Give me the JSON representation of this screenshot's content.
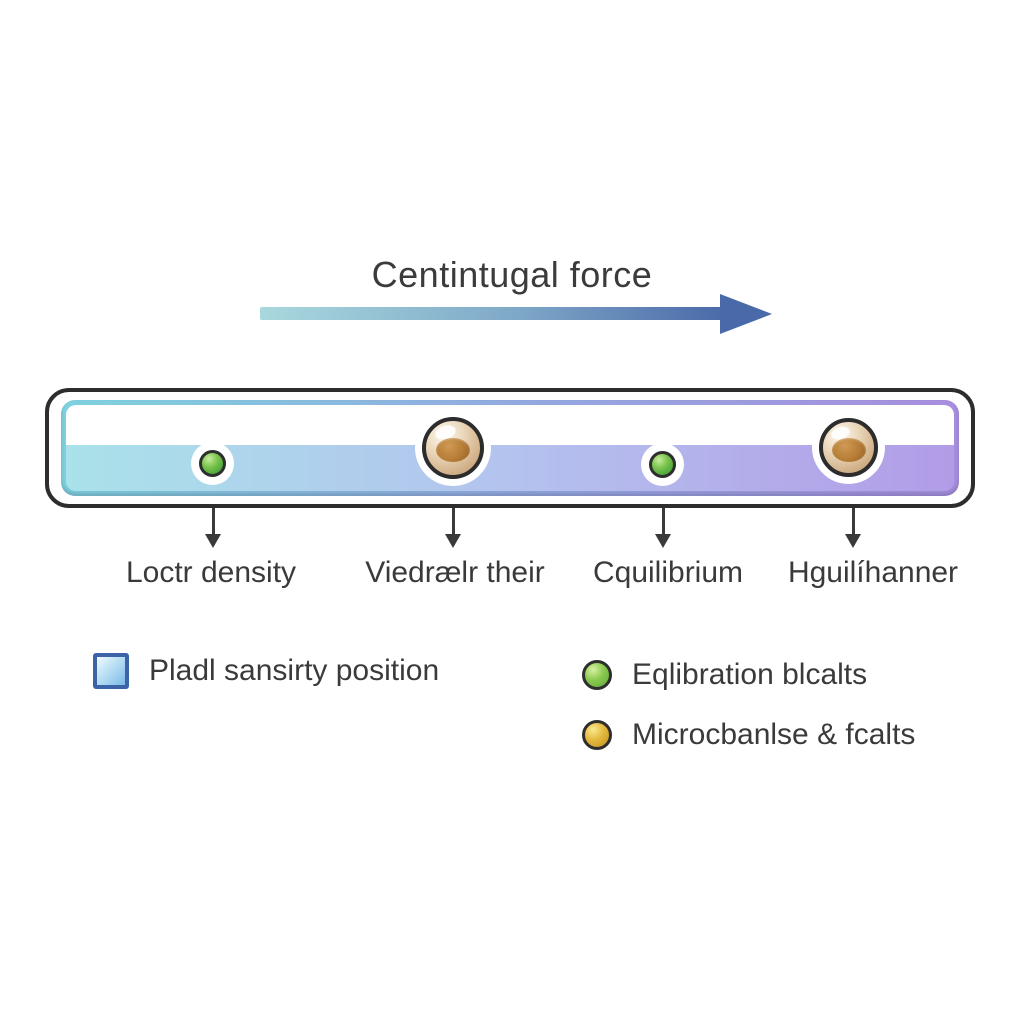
{
  "title": {
    "text": "Centintugal force"
  },
  "force_arrow": {
    "direction": "right",
    "shaft_start_color": "#a9d8de",
    "shaft_end_color": "#4a69a9",
    "head_color": "#4a69a9"
  },
  "tube": {
    "outline_color": "#2d2d2d",
    "top_region_color": "#ffffff",
    "gradient_left_color": "#7ed2de",
    "gradient_mid_color": "#93a9e0",
    "gradient_right_color": "#a78ede",
    "beads": [
      {
        "name": "green-bead-1",
        "color": "#54ad3d"
      },
      {
        "name": "tan-bead-1",
        "color": "#d7b892"
      },
      {
        "name": "green-bead-2",
        "color": "#54ad3d"
      },
      {
        "name": "tan-bead-2",
        "color": "#d7b892"
      }
    ]
  },
  "position_labels": [
    {
      "text": "Loctr density"
    },
    {
      "text": "Viedrælr their"
    },
    {
      "text": "Cquilibrium"
    },
    {
      "text": "Hguilíhanner"
    }
  ],
  "legend": {
    "items": [
      {
        "icon": "blue-square-swatch",
        "icon_color": "#7cb9e6",
        "label": "Pladl sansirty position"
      },
      {
        "icon": "green-bead-icon",
        "icon_color": "#5aa83c",
        "label": "Eqlibration blcalts"
      },
      {
        "icon": "gold-bead-icon",
        "icon_color": "#e4b93e",
        "label": "Microcbanlse & fcalts"
      }
    ]
  }
}
